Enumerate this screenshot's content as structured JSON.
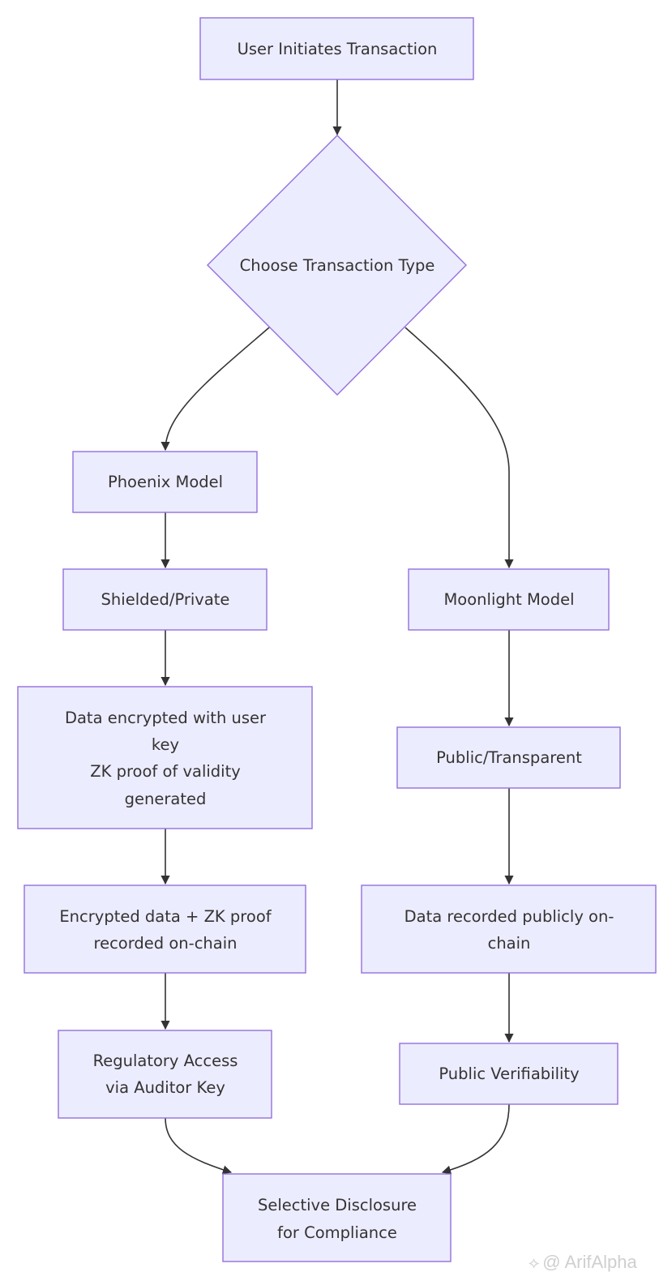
{
  "diagram": {
    "type": "flowchart",
    "colors": {
      "node_fill": "#ECECFF",
      "node_stroke": "#9370DB",
      "edge": "#333333",
      "text": "#333333"
    },
    "nodes": {
      "start": {
        "lines": [
          "User Initiates Transaction"
        ]
      },
      "decision": {
        "lines": [
          "Choose Transaction Type"
        ]
      },
      "phoenix": {
        "lines": [
          "Phoenix Model"
        ]
      },
      "shielded": {
        "lines": [
          "Shielded/Private"
        ]
      },
      "encrypt": {
        "lines": [
          "Data encrypted with user",
          "key",
          "ZK proof of validity",
          "generated"
        ]
      },
      "recorded_private": {
        "lines": [
          "Encrypted data + ZK proof",
          "recorded on-chain"
        ]
      },
      "regulatory": {
        "lines": [
          "Regulatory Access",
          "via Auditor Key"
        ]
      },
      "moonlight": {
        "lines": [
          "Moonlight Model"
        ]
      },
      "public": {
        "lines": [
          "Public/Transparent"
        ]
      },
      "recorded_public": {
        "lines": [
          "Data recorded publicly on-",
          "chain"
        ]
      },
      "verifiability": {
        "lines": [
          "Public Verifiability"
        ]
      },
      "disclosure": {
        "lines": [
          "Selective Disclosure",
          "for Compliance"
        ]
      }
    },
    "edges": [
      [
        "start",
        "decision"
      ],
      [
        "decision",
        "phoenix"
      ],
      [
        "decision",
        "moonlight"
      ],
      [
        "phoenix",
        "shielded"
      ],
      [
        "shielded",
        "encrypt"
      ],
      [
        "encrypt",
        "recorded_private"
      ],
      [
        "recorded_private",
        "regulatory"
      ],
      [
        "regulatory",
        "disclosure"
      ],
      [
        "moonlight",
        "public"
      ],
      [
        "public",
        "recorded_public"
      ],
      [
        "recorded_public",
        "verifiability"
      ],
      [
        "verifiability",
        "disclosure"
      ]
    ]
  },
  "watermark": {
    "text": "@ ArifAlpha",
    "logo_icon": "binance-square-icon"
  }
}
